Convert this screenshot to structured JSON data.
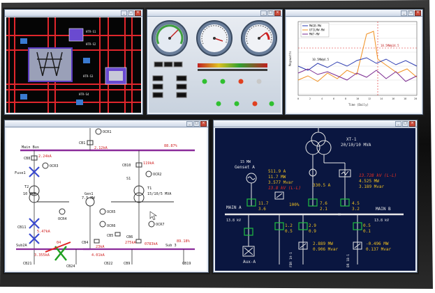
{
  "panel_tl": {
    "labels": [
      "HTR-S1",
      "HTR-S2",
      "HTR-S3",
      "HTR-S4"
    ]
  },
  "panel_tc": {
    "note": ""
  },
  "panel_tr": {
    "legend": [
      "MW1B-MW",
      "UTILMW-MW",
      "MW7-MW"
    ],
    "annotation_a": "10.5MW@4.5",
    "annotation_b": "18.5MW@14.5",
    "xlabel": "Time (Daily)",
    "ylabel": "Megawatts",
    "xticks": [
      "0",
      "2",
      "4",
      "6",
      "8",
      "10",
      "12",
      "14",
      "16",
      "18",
      "20"
    ]
  },
  "panel_bl": {
    "main_bus": "Main Bus",
    "main_bus_pct": "88.87%",
    "cb1": "CB1",
    "cb1_val": "2.12kA",
    "ocr1": "OCR1",
    "cb8": "CB8",
    "cb8_val": "2.24kA",
    "ocr3": "OCR3",
    "cb10": "CB10",
    "cb10_val": "119kA",
    "ocr2": "OCR2",
    "fuse1": "Fuse1",
    "t2": "T2",
    "t2_rating": "10 MVA",
    "t1": "T1",
    "t1_rating": "15/10/5 MVA",
    "s1": "S1",
    "gen1": "Gen1",
    "gen1_rating": "7.5 MW",
    "ocr4": "OCR4",
    "ocr5": "OCR5",
    "ocr6": "OCR6",
    "ocr7": "OCR7",
    "val_547": "5.47kA",
    "cb4": "CB4",
    "cb4_val": "23kA",
    "cb5": "CB5",
    "cb5_val": "275kA",
    "cb6": "CB6",
    "val_0783": "0783kA",
    "sub3": "Sub 3",
    "pct_8918": "89.18%",
    "cb11": "CB11",
    "sub2a": "Sub2A",
    "pct_04": "04",
    "val_355": "3.355kA",
    "val_401": "4.01kA",
    "cb9": "CB9",
    "cb21": "CB21",
    "cb24": "CB24",
    "cb22": "CB22",
    "cb19": "CB19"
  },
  "panel_br": {
    "xt1": "XT-1",
    "xt1_rating": "20/10/10 MVA",
    "gen_mw": "15 MW",
    "gen_name": "Genset A",
    "g_mw": "511.9 A",
    "g_mvar": "11.7 MW",
    "g_a": "3.577 Mvar",
    "g_kv": "13.8 kV (L-L)",
    "mid_a": "330.5 A",
    "r_kv": "13.728 kV (L-L)",
    "r_mw": "4.525 MW",
    "r_mvar": "3.189 Mvar",
    "main_a": "MAIN A",
    "main_a_kv": "13.8 kV",
    "main_b": "MAIN B",
    "main_b_kv": "13.8 kV",
    "ba1": "11.7",
    "ba2": "3.6",
    "pct100": "100%",
    "bb1": "7.6",
    "bb2": "2.1",
    "bc1": "4.5",
    "bc2": "3.2",
    "f1a": "1.2",
    "f1b": "0.5",
    "f2a": "2.9",
    "f2b": "0.9",
    "f3a": "0.5",
    "f3b": "0.1",
    "f2_mw": "2.889 MW",
    "f2_mvar": "0.906 Mvar",
    "f3_mw": "-0.496 MW",
    "f3_mvar": "0.137 Mvar",
    "aux": "Aux-A",
    "fdr1": "FDR 1A-1",
    "dr1": "DR 1B-1"
  },
  "colors": {
    "bezel": "#141414",
    "red_line": "#e0262c",
    "navy_bg": "#0a1640",
    "cad_bg": "#ffffff"
  }
}
